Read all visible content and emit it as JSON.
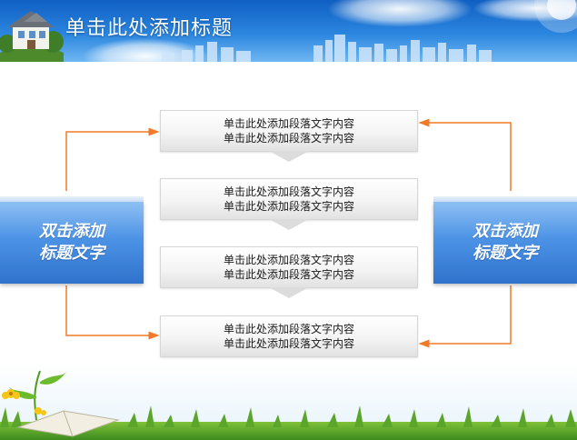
{
  "slide": {
    "title": "单击此处添加标题",
    "steps": [
      {
        "line1": "单击此处添加段落文字内容",
        "line2": "单击此处添加段落文字内容"
      },
      {
        "line1": "单击此处添加段落文字内容",
        "line2": "单击此处添加段落文字内容"
      },
      {
        "line1": "单击此处添加段落文字内容",
        "line2": "单击此处添加段落文字内容"
      },
      {
        "line1": "单击此处添加段落文字内容",
        "line2": "单击此处添加段落文字内容"
      }
    ],
    "left_panel": {
      "line1": "双击添加",
      "line2": "标题文字"
    },
    "right_panel": {
      "line1": "双击添加",
      "line2": "标题文字"
    }
  },
  "colors": {
    "banner_blue": "#1f73d4",
    "panel_blue": "#3f84dc",
    "connector_orange": "#f07a28"
  },
  "icons": {
    "header_image": "house-icon",
    "skyline": "city-skyline-icon",
    "footer_image": "grass-icon"
  }
}
